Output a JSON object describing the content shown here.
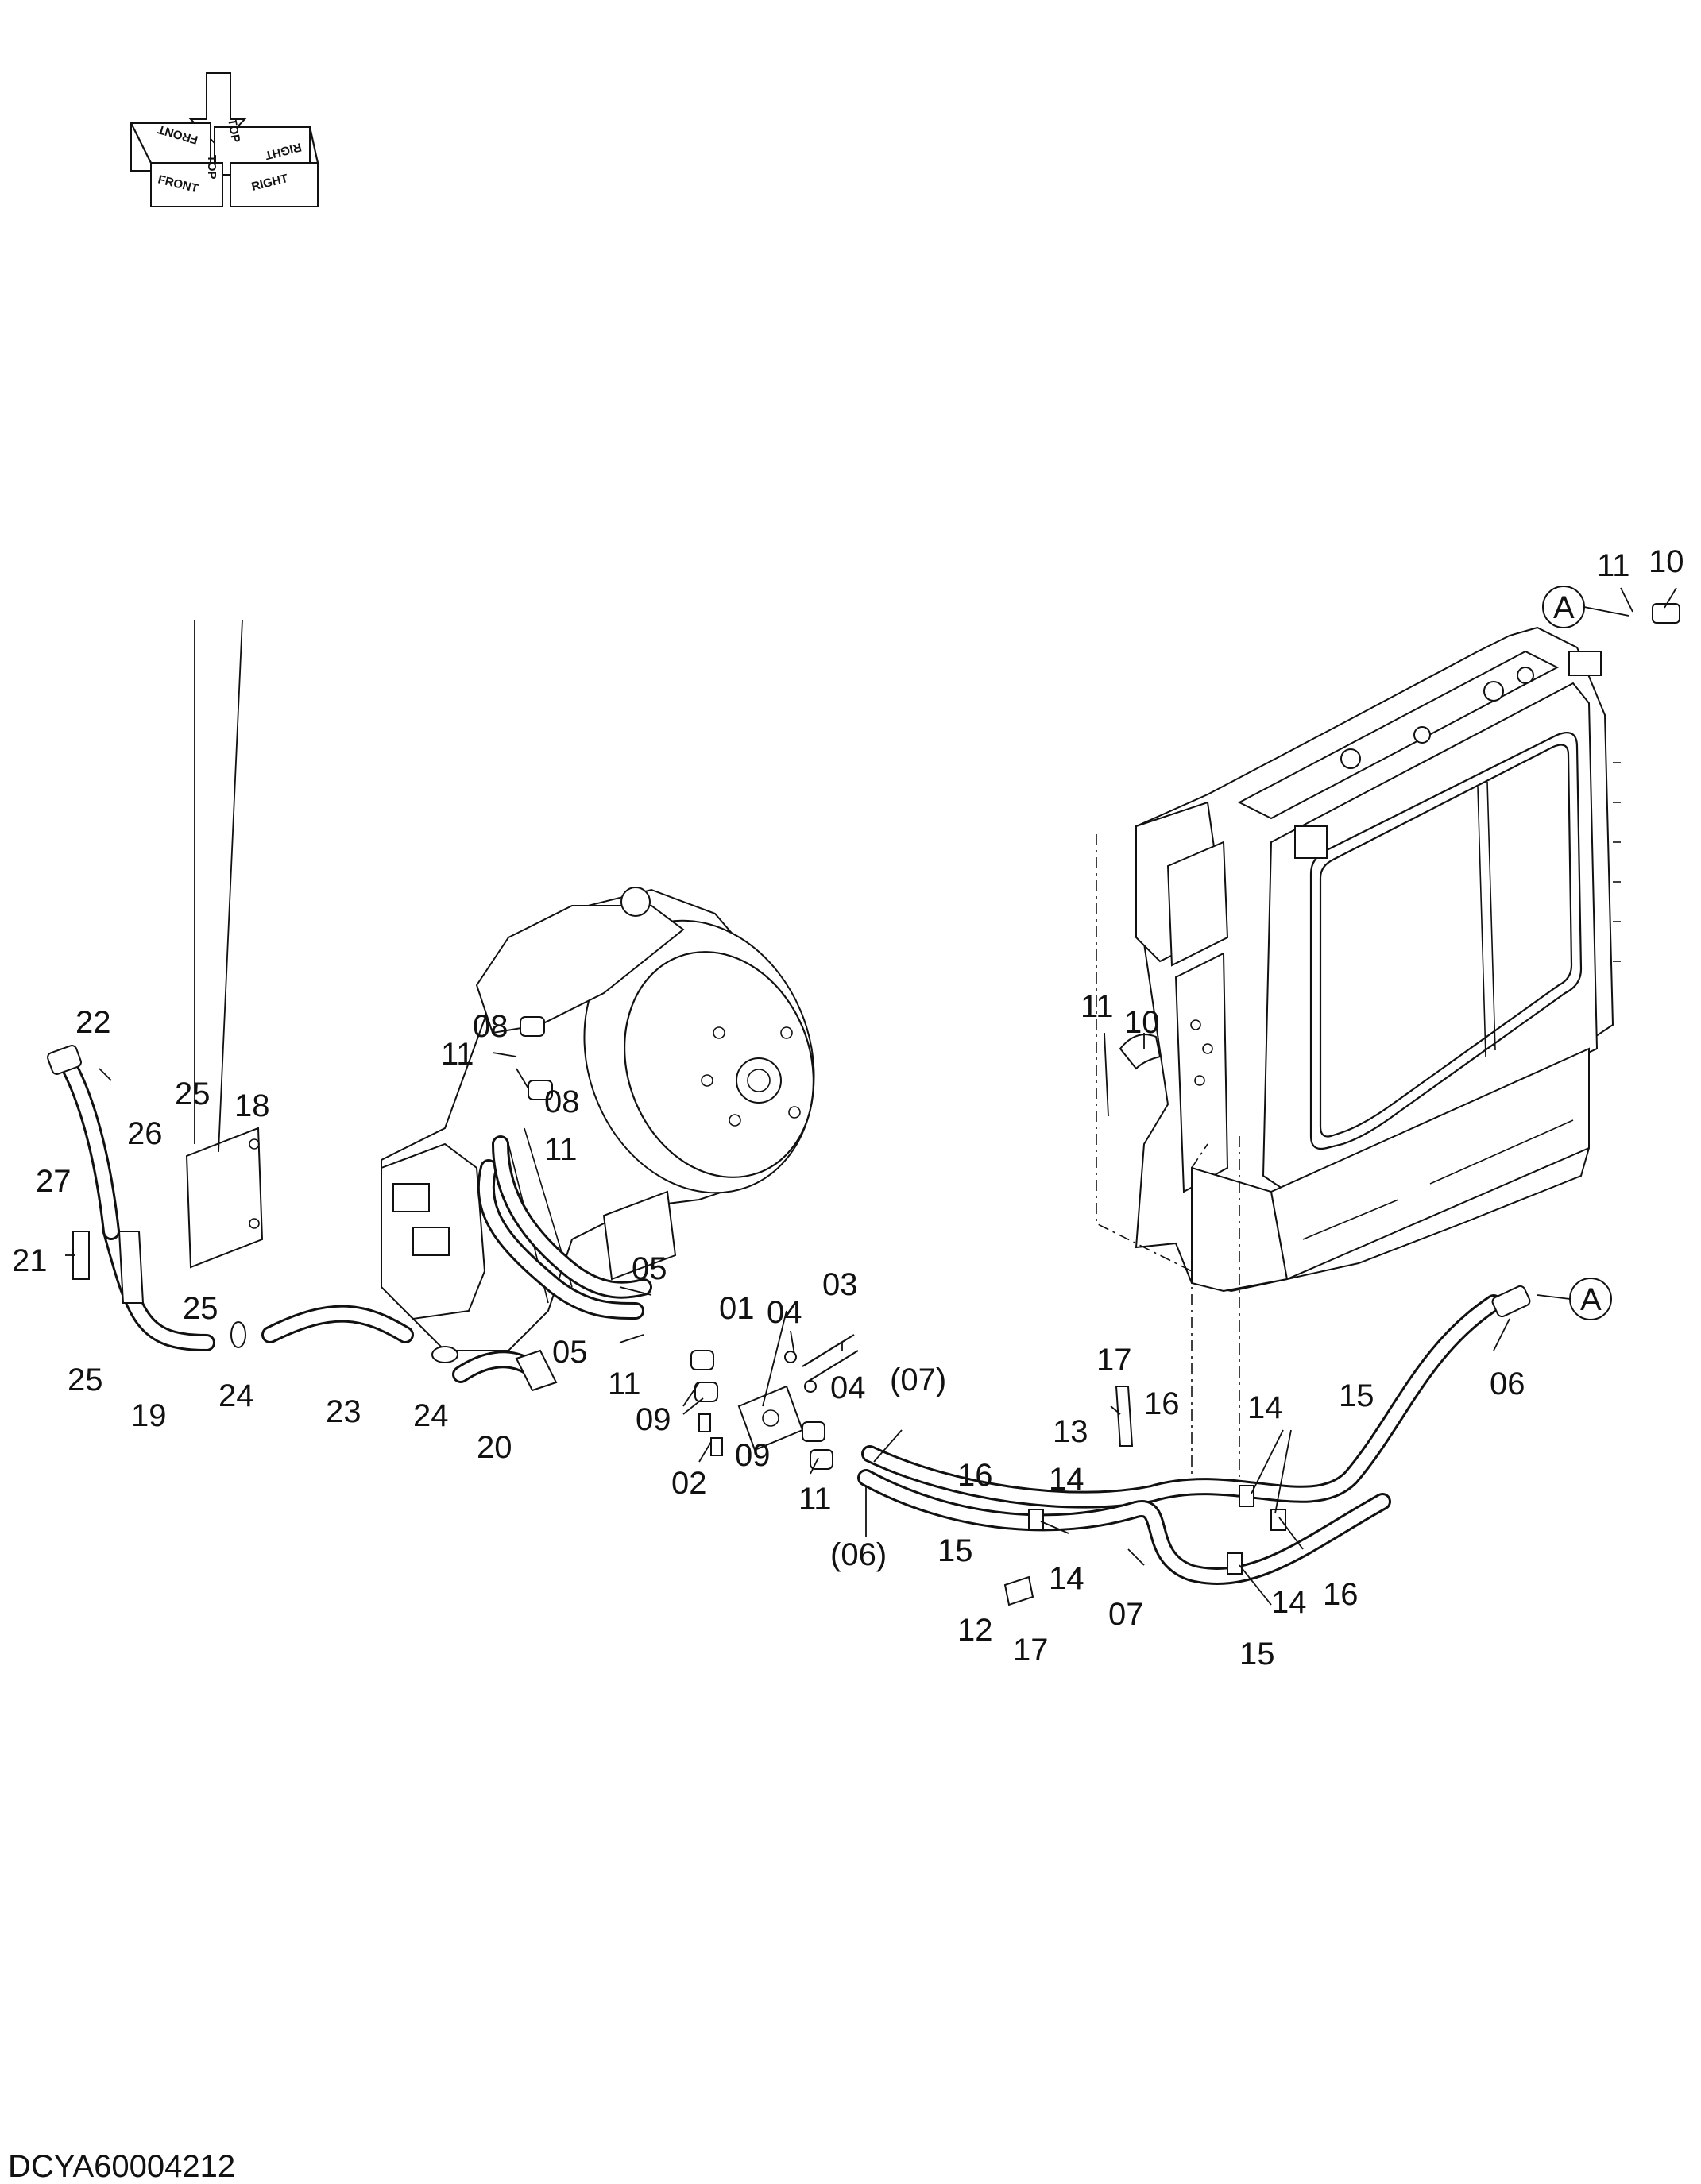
{
  "drawing_number": "DCYA60004212",
  "orientation_labels": {
    "top": "TOP",
    "front": "FRONT",
    "right": "RIGHT"
  },
  "reference_marks": [
    "A",
    "A"
  ],
  "callouts": [
    "11",
    "10",
    "11",
    "10",
    "22",
    "25",
    "18",
    "26",
    "27",
    "21",
    "25",
    "25",
    "19",
    "24",
    "23",
    "24",
    "20",
    "11",
    "08",
    "08",
    "11",
    "05",
    "05",
    "11",
    "01",
    "04",
    "03",
    "04",
    "09",
    "09",
    "02",
    "11",
    "(07)",
    "(06)",
    "17",
    "16",
    "13",
    "16",
    "14",
    "14",
    "15",
    "14",
    "14",
    "16",
    "15",
    "14",
    "12",
    "17",
    "07",
    "15",
    "06"
  ]
}
